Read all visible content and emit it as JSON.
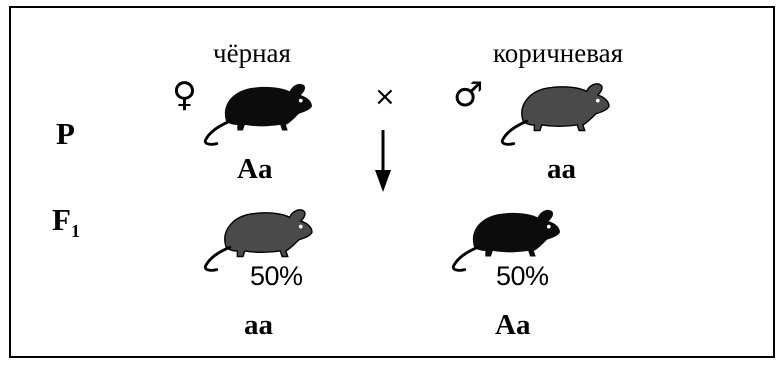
{
  "parents": {
    "generation_label": "P",
    "female": {
      "phenotype": "чёрная",
      "sex_symbol": "♀",
      "genotype": "Aa",
      "fur_color": "#0c0c0c"
    },
    "cross_symbol": "×",
    "male": {
      "phenotype": "коричневая",
      "sex_symbol": "♂",
      "genotype": "aa",
      "fur_color": "#4a4a4a"
    }
  },
  "offspring": {
    "generation_label": "F",
    "generation_subscript": "1",
    "left": {
      "percent": "50%",
      "genotype": "aa",
      "fur_color": "#4a4a4a"
    },
    "right": {
      "percent": "50%",
      "genotype": "Aa",
      "fur_color": "#0c0c0c"
    }
  }
}
